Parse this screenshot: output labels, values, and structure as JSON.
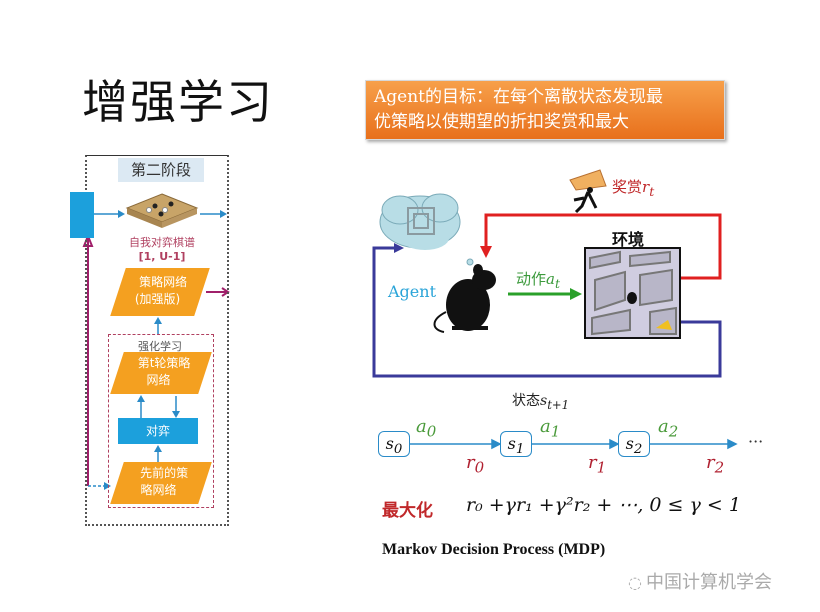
{
  "slide": {
    "title": "增强学习",
    "goal_box": {
      "line1": "Agent的目标：在每个离散状态发现最",
      "line2": "优策略以使期望的折扣奖赏和最大",
      "color": "#e8701c"
    }
  },
  "left_flowchart": {
    "stage_label": "第二阶段",
    "board_caption_line1": "自我对弈棋谱",
    "board_caption_line2": "[1, U-1]",
    "policy_enhanced_line1": "策略网络",
    "policy_enhanced_line2": "(加强版)",
    "rl_label": "强化学习",
    "round_policy_line1": "第t轮策略",
    "round_policy_line2": "网络",
    "duel_label": "对弈",
    "prev_policy_line1": "先前的策",
    "prev_policy_line2": "略网络",
    "colors": {
      "orange": "#f4a020",
      "blue": "#1ca0dc",
      "magenta": "#a0206a"
    }
  },
  "rl_loop": {
    "agent_label": "Agent",
    "environment_label": "环境",
    "reward_label": "奖赏",
    "reward_symbol": "r",
    "reward_sub": "t",
    "action_label": "动作",
    "action_symbol": "a",
    "action_sub": "t",
    "state_label": "状态",
    "state_symbol": "s",
    "state_sub": "t+1",
    "colors": {
      "reward_loop": "#e02020",
      "state_loop": "#3a3a9a",
      "action_arrow": "#2aa02a"
    }
  },
  "mdp_chain": {
    "states": [
      {
        "sym": "s",
        "sub": "0"
      },
      {
        "sym": "s",
        "sub": "1"
      },
      {
        "sym": "s",
        "sub": "2"
      }
    ],
    "actions": [
      {
        "sym": "a",
        "sub": "0"
      },
      {
        "sym": "a",
        "sub": "1"
      },
      {
        "sym": "a",
        "sub": "2"
      }
    ],
    "rewards": [
      {
        "sym": "r",
        "sub": "0"
      },
      {
        "sym": "r",
        "sub": "1"
      },
      {
        "sym": "r",
        "sub": "2"
      }
    ],
    "ellipsis": "···"
  },
  "objective": {
    "label": "最大化",
    "formula": "r₀ +γr₁ +γ²r₂ + ⋯, 0 ≤ γ < 1"
  },
  "footer": {
    "mdp_title": "Markov Decision Process (MDP)",
    "watermark": "中国计算机学会"
  }
}
